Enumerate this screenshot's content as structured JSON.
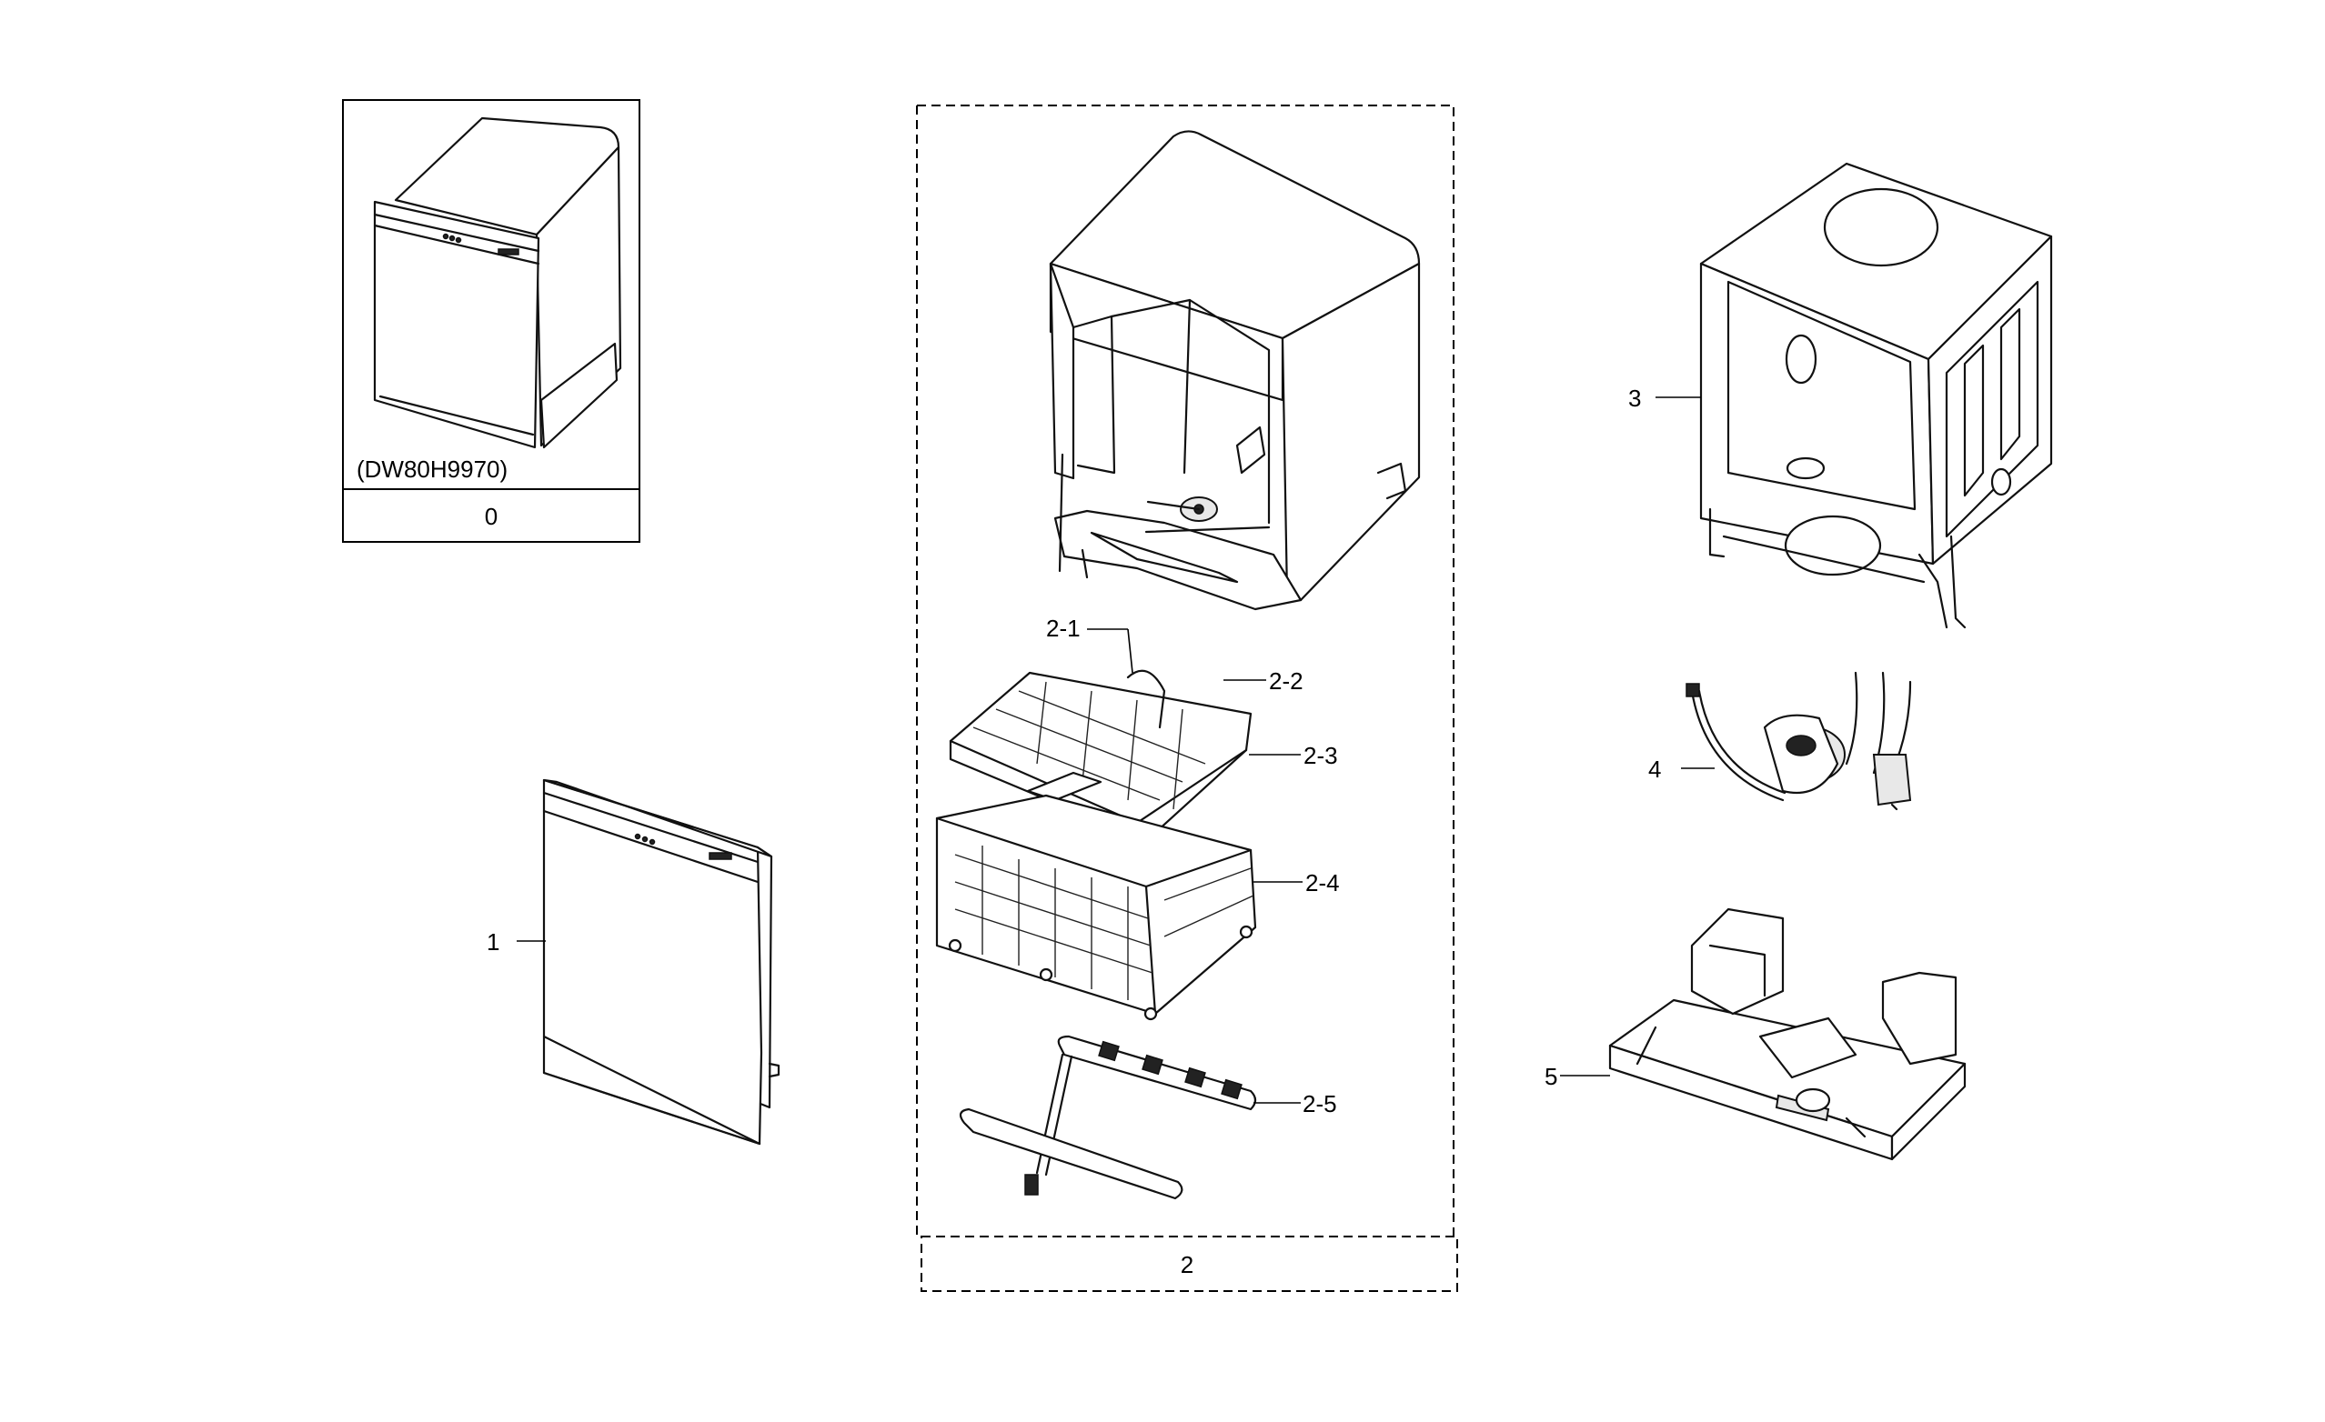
{
  "box_0": {
    "model": "(DW80H9970)",
    "number": "0"
  },
  "box_2": {
    "number": "2"
  },
  "callouts": {
    "c1": "1",
    "c2_1": "2-1",
    "c2_2": "2-2",
    "c2_3": "2-3",
    "c2_4": "2-4",
    "c2_5": "2-5",
    "c3": "3",
    "c4": "4",
    "c5": "5"
  }
}
